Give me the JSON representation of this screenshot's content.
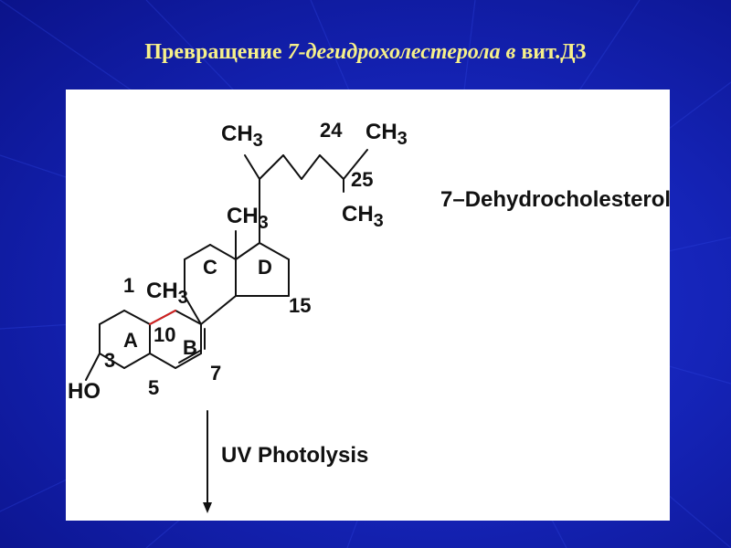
{
  "title": {
    "part1": "Превращение ",
    "part2": "7-дегидрохолестерола в ",
    "part3": "вит.Д3"
  },
  "diagram": {
    "compound_name": "7–Dehydrocholesterol",
    "arrow_label": "UV Photolysis",
    "ring_labels": {
      "A": "A",
      "B": "B",
      "C": "C",
      "D": "D"
    },
    "atom_labels": {
      "ch3_side": "CH",
      "ch3_end": "CH",
      "ch3_branch": "CH",
      "ch3_c18": "CH",
      "ch3_c19": "CH",
      "subscript": "3",
      "ho": "HO"
    },
    "numbers": {
      "n1": "1",
      "n3": "3",
      "n5": "5",
      "n7": "7",
      "n10": "10",
      "n15": "15",
      "n24": "24",
      "n25": "25"
    },
    "colors": {
      "background": "#1524b8",
      "title": "#f6f08a",
      "highlight_bond": "#d42020"
    }
  }
}
